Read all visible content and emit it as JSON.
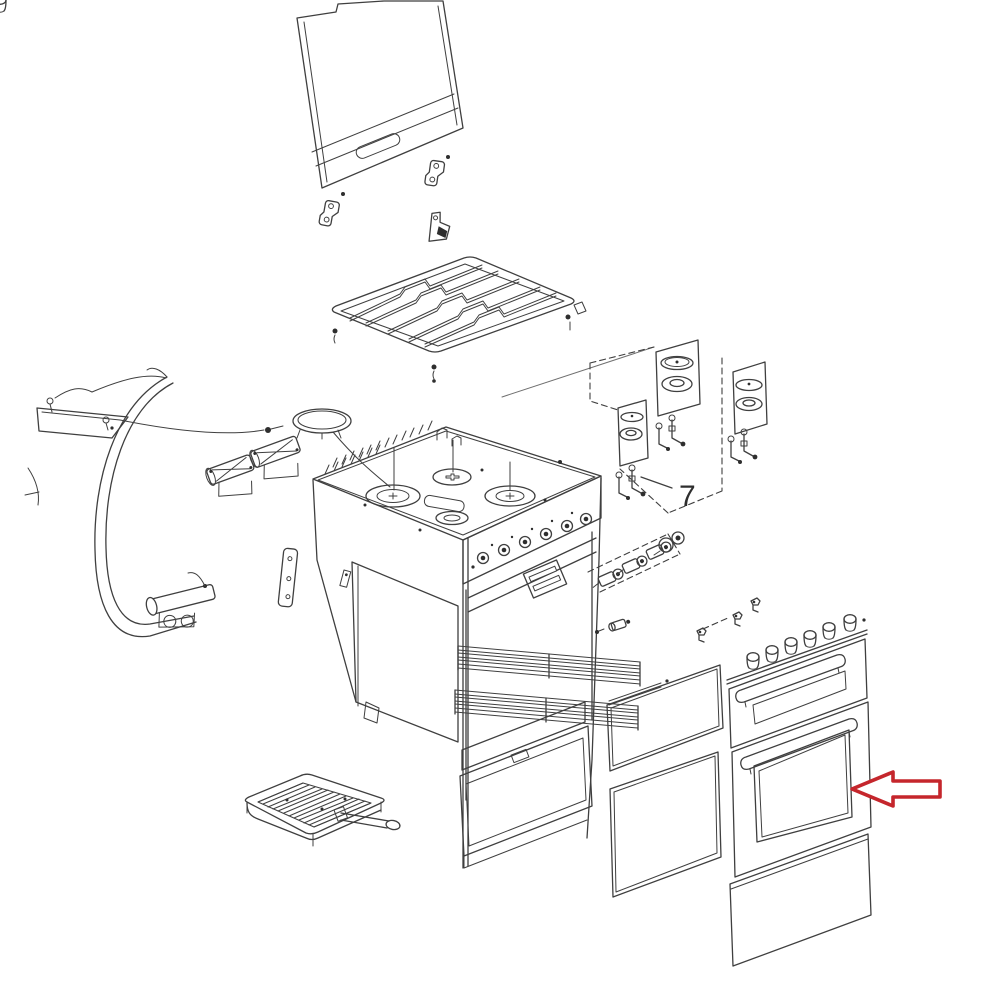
{
  "figure": {
    "type": "exploded-parts-diagram",
    "subject": "gas cooker / oven exploded view",
    "background": "#ffffff",
    "line_color": "#3f3f3f",
    "arrow_color": "#c5262c",
    "parts": [
      "glass-lid",
      "lid-hinges",
      "pan-support-grid",
      "spark-electrode-plate",
      "ignition-lead",
      "grill-burner",
      "auxiliary-hob-burners",
      "hotplate-disc",
      "side-bracket",
      "cooker-chassis-hob",
      "hob-burner-caps-and-heads",
      "burner-injectors",
      "gas-valves",
      "ignition-pack",
      "thermostat-sensor",
      "oven-shelves",
      "oven-bottom-vent",
      "lower-drawer-panel",
      "grill-pan",
      "inner-door-glass-panels",
      "control-knobs",
      "grill-door",
      "oven-door",
      "bottom-fascia-panel",
      "fixing-screws"
    ]
  },
  "callout": {
    "part_number": "7"
  },
  "annotation_arrow": {
    "color": "#c5262c",
    "direction": "left",
    "indicates": "oven door outer panel"
  }
}
